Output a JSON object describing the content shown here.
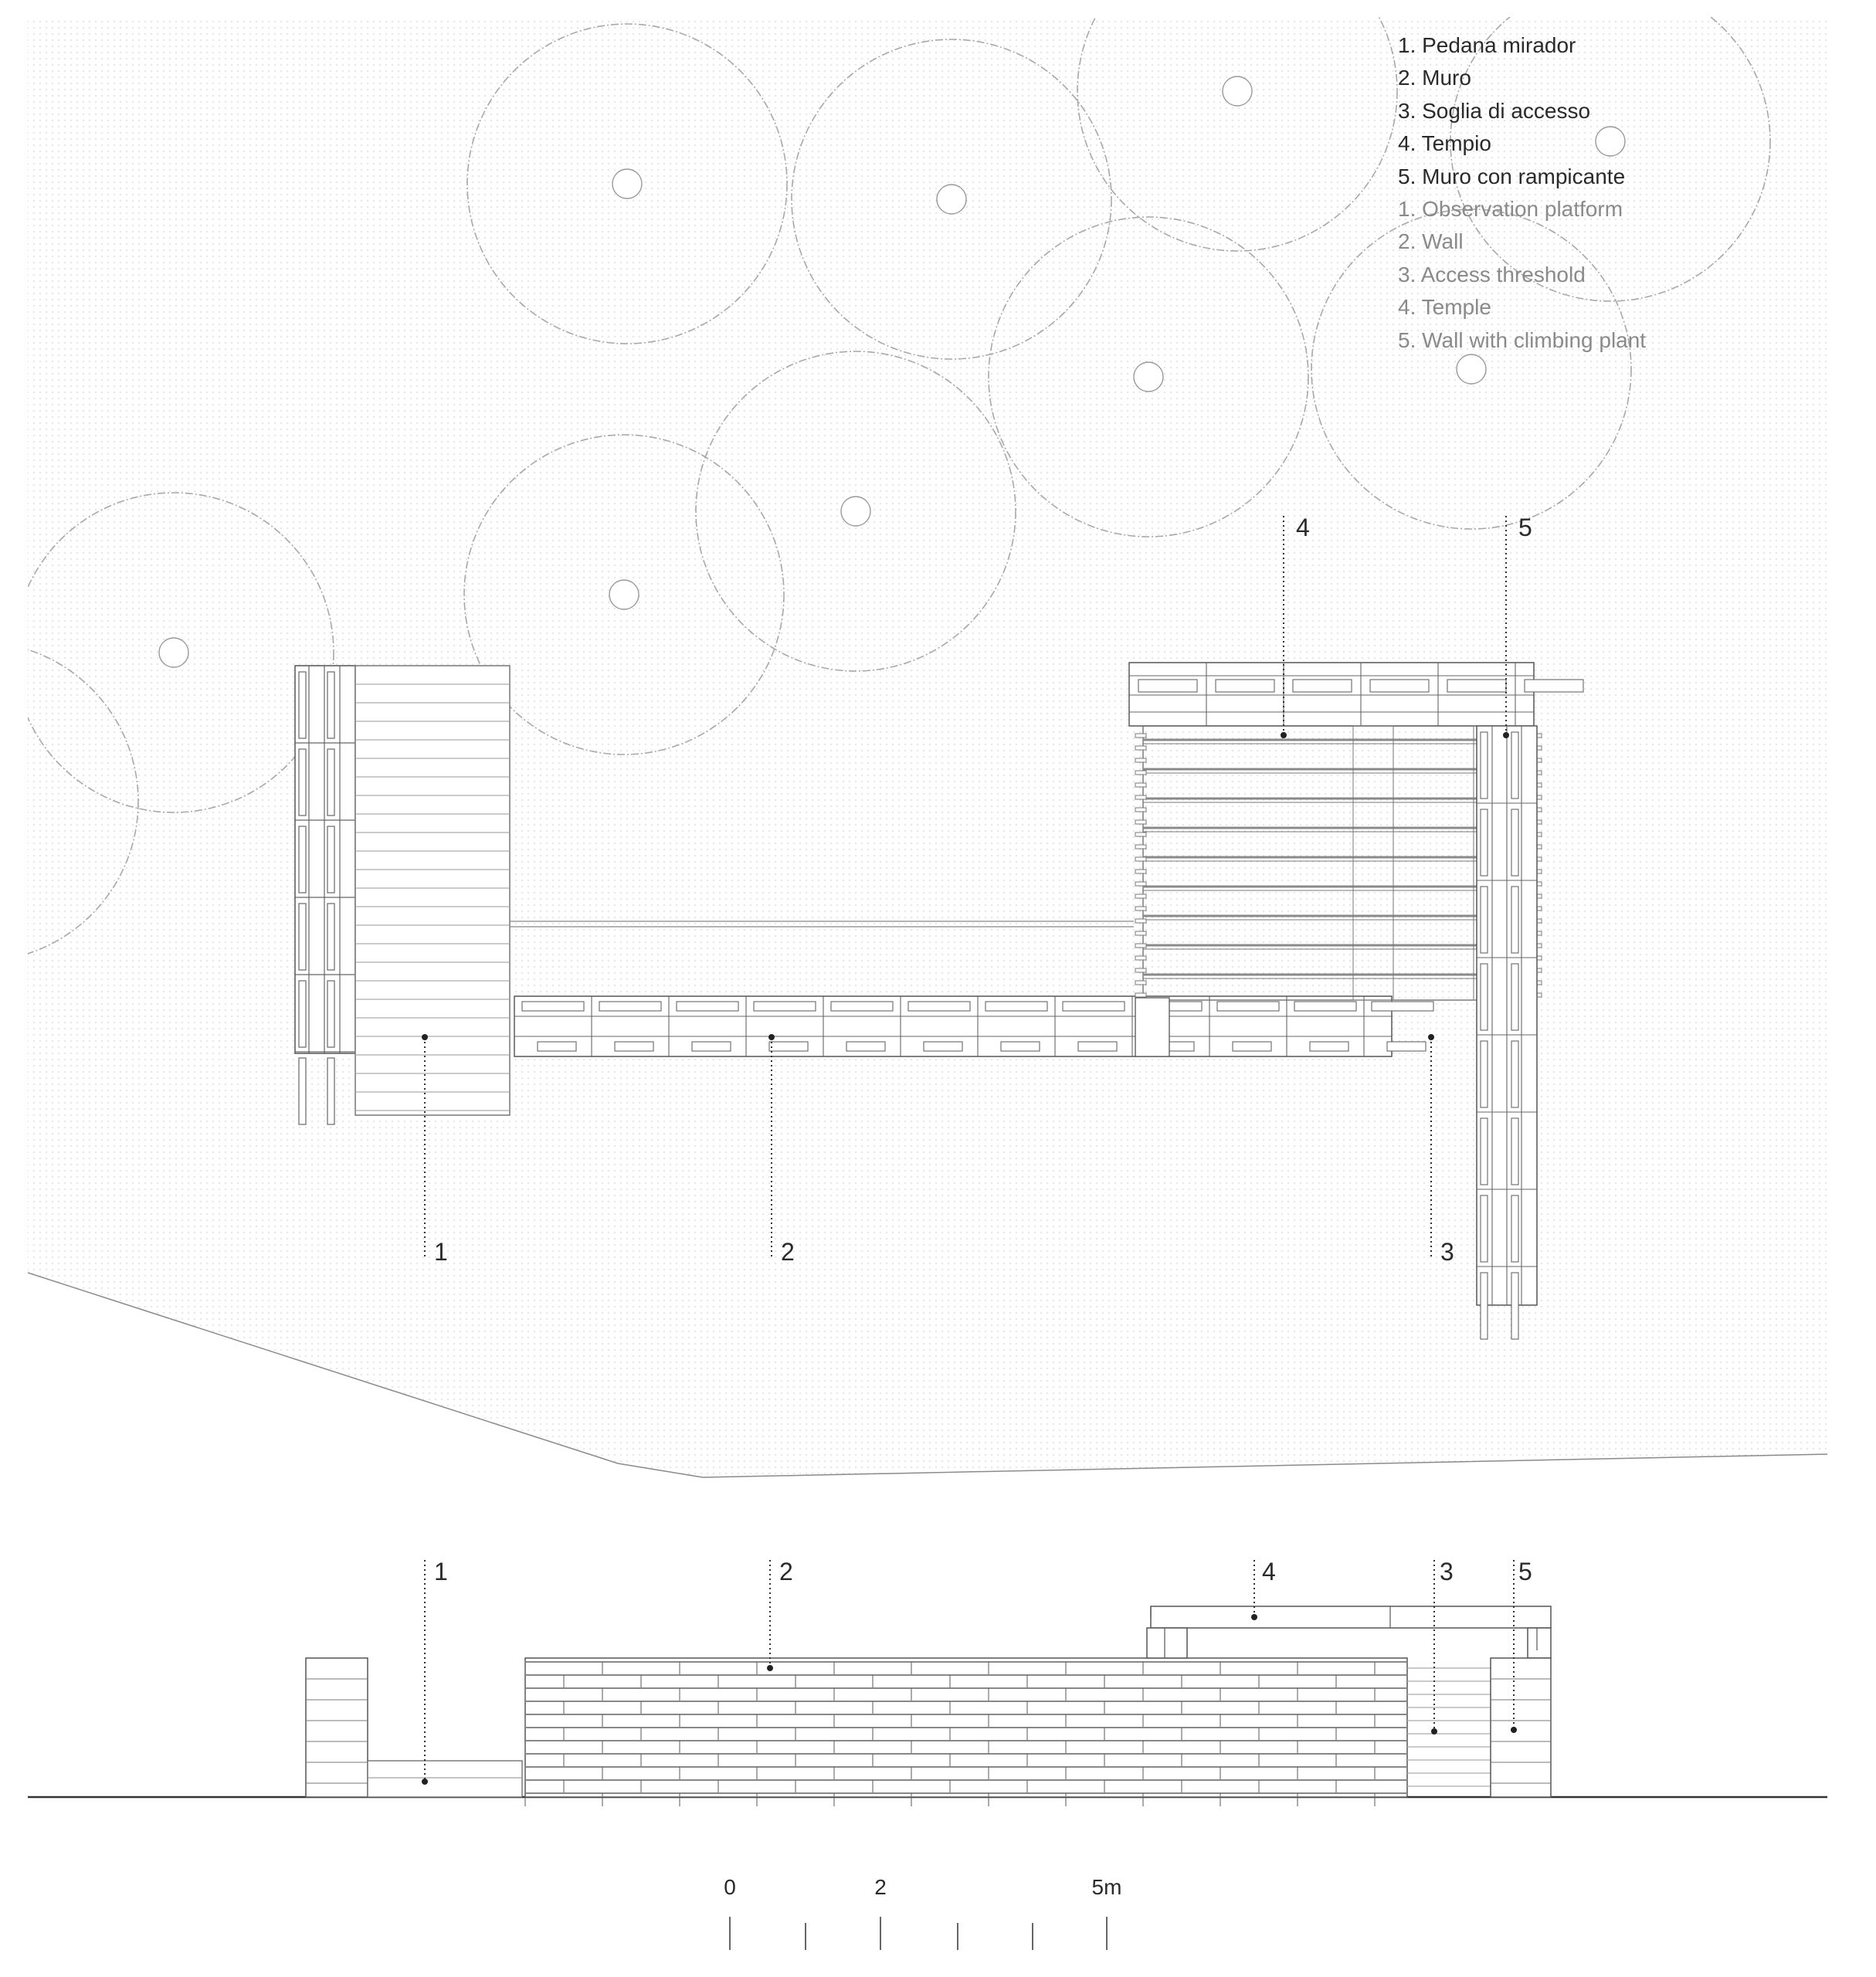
{
  "legend": {
    "italian": [
      "1. Pedana mirador",
      "2. Muro",
      "3. Soglia di accesso",
      "4. Tempio",
      "5. Muro con rampicante"
    ],
    "english": [
      "1. Observation platform",
      "2. Wall",
      "3. Access threshold",
      "4. Temple",
      "5. Wall with climbing plant"
    ]
  },
  "plan_callouts": [
    "1",
    "2",
    "3",
    "4",
    "5"
  ],
  "elevation_callouts": [
    "1",
    "2",
    "4",
    "3",
    "5"
  ],
  "scale_bar": {
    "labels": [
      "0",
      "2",
      "5m"
    ]
  },
  "colors": {
    "line": "#555555",
    "light_line": "#9a9a9a",
    "text": "#2a2a2a",
    "legend_english": "#8a8a8a",
    "ground_dots": "#d2d2d2"
  }
}
